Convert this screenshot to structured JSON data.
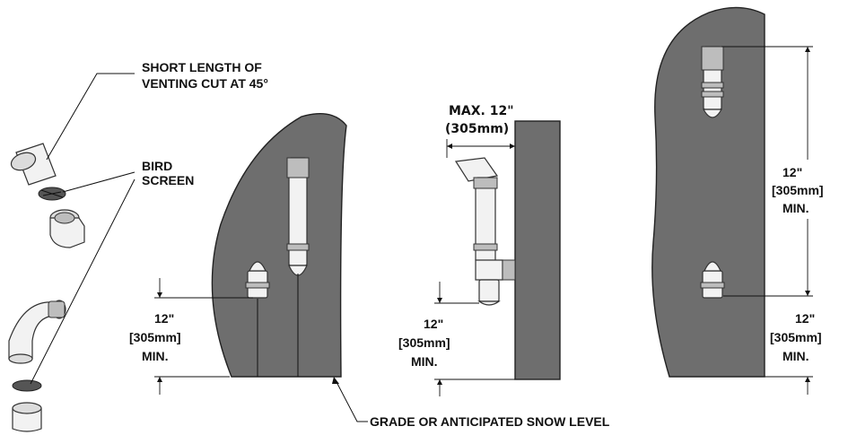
{
  "labels": {
    "short_length": [
      "SHORT LENGTH OF",
      "VENTING CUT AT 45°"
    ],
    "bird_screen": [
      "BIRD",
      "SCREEN"
    ],
    "max_dim": [
      "MAX. 12\"",
      "(305mm)"
    ],
    "grade": "GRADE OR ANTICIPATED SNOW LEVEL",
    "dim_left": [
      "12\"",
      "[305mm]",
      "MIN."
    ],
    "dim_center": [
      "12\"",
      "[305mm]",
      "MIN."
    ],
    "dim_right_vertical": [
      "12\"",
      "[305mm]",
      "MIN."
    ],
    "dim_right_bottom": [
      "12\"",
      "[305mm]",
      "MIN."
    ]
  },
  "colors": {
    "wall": "#6e6e6e",
    "pipe": "#f2f2f2",
    "line": "#111111"
  }
}
